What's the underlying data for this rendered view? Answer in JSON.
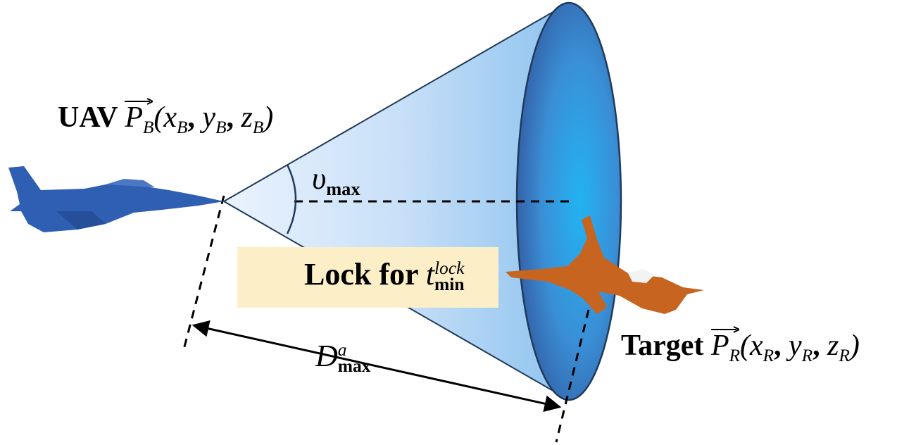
{
  "uav_label": {
    "name": "UAV",
    "vector": "P",
    "vector_sub": "B",
    "coords": [
      {
        "var": "x",
        "sub": "B"
      },
      {
        "var": "y",
        "sub": "B"
      },
      {
        "var": "z",
        "sub": "B"
      }
    ]
  },
  "target_label": {
    "name": "Target",
    "vector": "P",
    "vector_sub": "R",
    "coords": [
      {
        "var": "x",
        "sub": "R"
      },
      {
        "var": "y",
        "sub": "R"
      },
      {
        "var": "z",
        "sub": "R"
      }
    ]
  },
  "angle_label": {
    "symbol": "υ",
    "sub": "max"
  },
  "lock_label": {
    "text": "Lock for",
    "var": "t",
    "sup": "lock",
    "sub": "min"
  },
  "distance_label": {
    "var": "D",
    "sup": "a",
    "sub": "max"
  },
  "punct": {
    "open": "(",
    "close": ")",
    "comma": ","
  },
  "colors": {
    "uav_aircraft": "#2e5fb3",
    "target_aircraft": "#c7641f",
    "cone_light": "#d9e9fa",
    "cone_base": "#2b9be0",
    "cone_outline": "#1f3a5a",
    "lock_box": "#fcefc8"
  }
}
